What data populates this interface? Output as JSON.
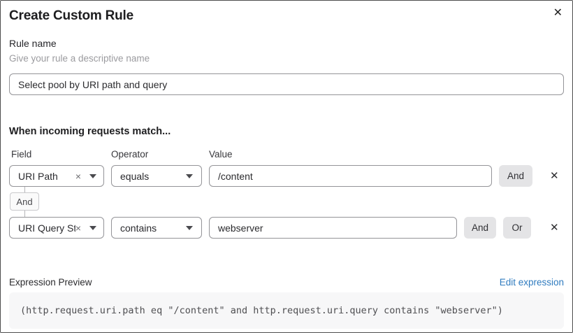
{
  "dialog": {
    "title": "Create Custom Rule",
    "close_icon": "✕"
  },
  "rule_name": {
    "label": "Rule name",
    "helper": "Give your rule a descriptive name",
    "value": "Select pool by URI path and query"
  },
  "match": {
    "heading": "When incoming requests match...",
    "column_labels": {
      "field": "Field",
      "operator": "Operator",
      "value": "Value"
    },
    "clear_icon": "×",
    "delete_icon": "✕",
    "connector_label": "And",
    "rows": [
      {
        "field": "URI Path",
        "operator": "equals",
        "value": "/content",
        "buttons": [
          "And"
        ]
      },
      {
        "field": "URI Query St...",
        "operator": "contains",
        "value": "webserver",
        "buttons": [
          "And",
          "Or"
        ]
      }
    ]
  },
  "expression": {
    "label": "Expression Preview",
    "edit_link": "Edit expression",
    "code": "(http.request.uri.path eq \"/content\" and http.request.uri.query contains \"webserver\")"
  },
  "colors": {
    "link_blue": "#2f7bbf",
    "button_gray": "#e4e4e6",
    "border_gray": "#949498",
    "code_bg": "#f7f7f8"
  }
}
